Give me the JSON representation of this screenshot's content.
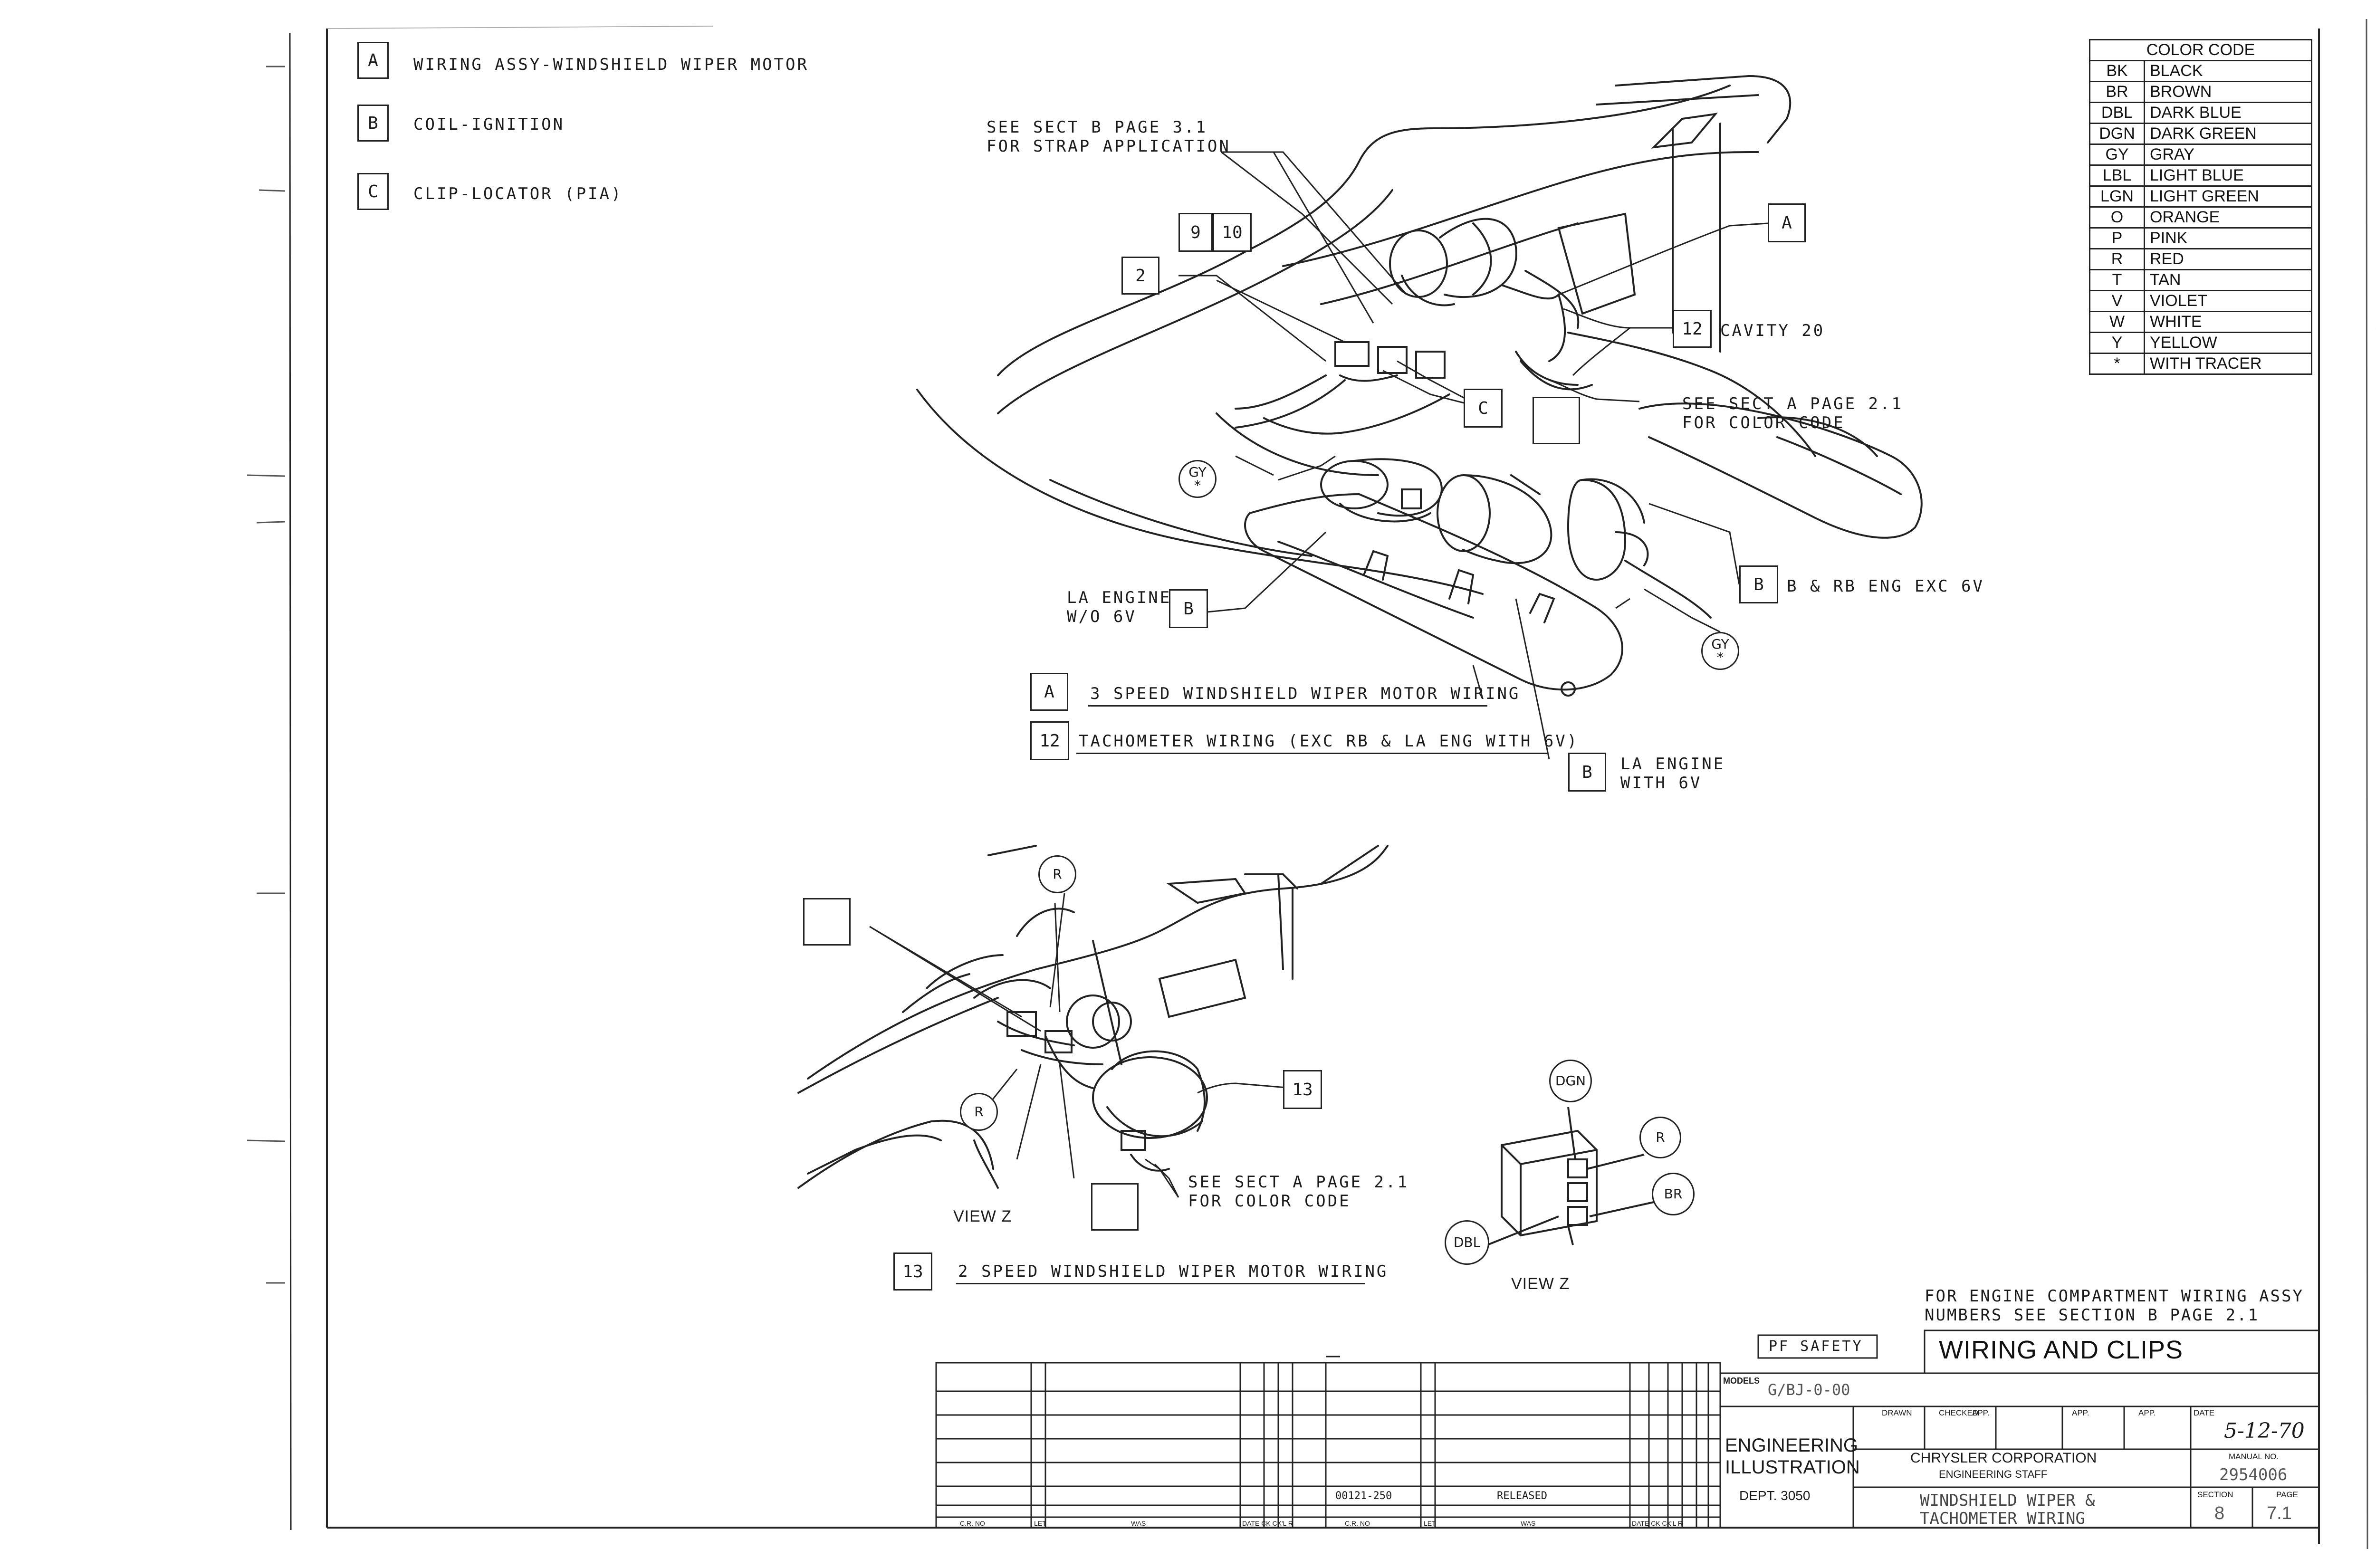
{
  "legend": [
    {
      "key": "A",
      "text": "WIRING ASSY-WINDSHIELD WIPER MOTOR"
    },
    {
      "key": "B",
      "text": "COIL-IGNITION"
    },
    {
      "key": "C",
      "text": "CLIP-LOCATOR (PIA)"
    }
  ],
  "color_code": {
    "title": "COLOR CODE",
    "rows": [
      {
        "code": "BK",
        "name": "BLACK"
      },
      {
        "code": "BR",
        "name": "BROWN"
      },
      {
        "code": "DBL",
        "name": "DARK BLUE"
      },
      {
        "code": "DGN",
        "name": "DARK GREEN"
      },
      {
        "code": "GY",
        "name": "GRAY"
      },
      {
        "code": "LBL",
        "name": "LIGHT BLUE"
      },
      {
        "code": "LGN",
        "name": "LIGHT GREEN"
      },
      {
        "code": "O",
        "name": "ORANGE"
      },
      {
        "code": "P",
        "name": "PINK"
      },
      {
        "code": "R",
        "name": "RED"
      },
      {
        "code": "T",
        "name": "TAN"
      },
      {
        "code": "V",
        "name": "VIOLET"
      },
      {
        "code": "W",
        "name": "WHITE"
      },
      {
        "code": "Y",
        "name": "YELLOW"
      },
      {
        "code": "*",
        "name": "WITH TRACER"
      }
    ]
  },
  "upper": {
    "strap_note_1": "SEE SECT B PAGE 3.1",
    "strap_note_2": "FOR STRAP APPLICATION",
    "callout_9": "9",
    "callout_10": "10",
    "callout_2": "2",
    "callout_A": "A",
    "callout_12": "12",
    "cavity": "CAVITY 20",
    "callout_C": "C",
    "color_note_1": "SEE SECT A PAGE 2.1",
    "color_note_2": "FOR COLOR CODE",
    "gy_label": "GY",
    "gy_tracer": "*",
    "la_wo_1": "LA ENGINE",
    "la_wo_2": "W/O 6V",
    "callout_B": "B",
    "b_rb_text": "B & RB ENG EXC 6V",
    "la_with_1": "LA ENGINE",
    "la_with_2": "WITH 6V",
    "cap_A_key": "A",
    "cap_A_text": "3 SPEED WINDSHIELD WIPER MOTOR WIRING",
    "cap_12_key": "12",
    "cap_12_text": "TACHOMETER WIRING (EXC RB & LA ENG WITH 6V)"
  },
  "lower": {
    "r_label": "R",
    "callout_13": "13",
    "color_note_1": "SEE SECT A PAGE 2.1",
    "color_note_2": "FOR COLOR CODE",
    "view_z": "VIEW Z",
    "cap_13_key": "13",
    "cap_13_text": "2 SPEED WINDSHIELD WIPER MOTOR WIRING"
  },
  "view_z": {
    "dgn": "DGN",
    "r": "R",
    "br": "BR",
    "dbl": "DBL",
    "caption": "VIEW Z"
  },
  "engine_note_1": "FOR ENGINE COMPARTMENT WIRING ASSY",
  "engine_note_2": "NUMBERS SEE SECTION B PAGE 2.1",
  "title_block": {
    "safety": "PF SAFETY",
    "title": "WIRING AND CLIPS",
    "models_label": "MODELS",
    "models_value": "G/BJ-0-00",
    "drawn": "DRAWN",
    "checked": "CHECKED",
    "app1": "APP.",
    "app2": "APP.",
    "app3": "APP.",
    "date_label": "DATE",
    "date_value": "5-12-70",
    "dept_1": "ENGINEERING",
    "dept_2": "ILLUSTRATION",
    "dept_3": "DEPT. 3050",
    "company": "CHRYSLER CORPORATION",
    "staff": "ENGINEERING STAFF",
    "manual_label": "MANUAL NO.",
    "manual_value": "2954006",
    "desc_1": "WINDSHIELD WIPER &",
    "desc_2": "TACHOMETER WIRING",
    "section_label": "SECTION",
    "section_value": "8",
    "page_label": "PAGE",
    "page_value": "7.1",
    "rev_number": "00121-250",
    "rev_status": "RELEASED",
    "col_cr_no": "C.R. NO",
    "col_let": "LET",
    "col_was": "WAS",
    "col_date": "DATE CK CK'L R",
    "col_cr_no_2": "C.R. NO",
    "col_let_2": "LET",
    "col_was_2": "WAS",
    "col_date_2": "DATE CK CK'L R"
  }
}
